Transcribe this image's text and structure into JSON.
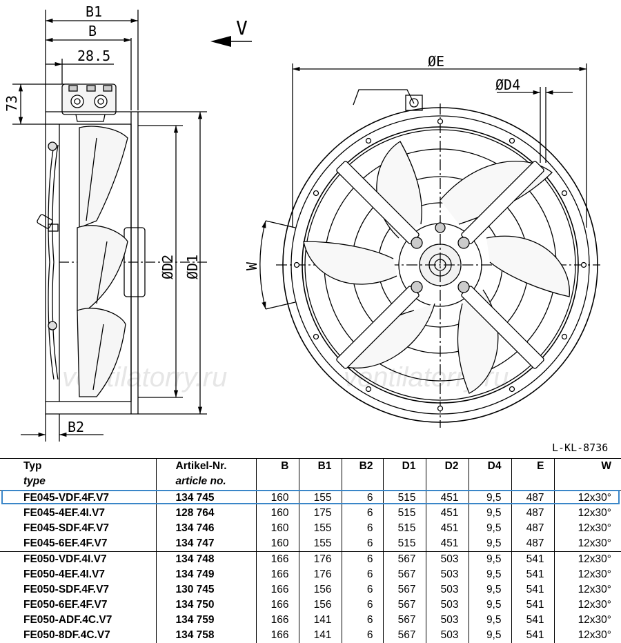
{
  "drawing": {
    "dims": {
      "b1": "B1",
      "b": "B",
      "offset": "28.5",
      "height_73": "73",
      "b2": "B2",
      "d2": "ØD2",
      "d1": "ØD1",
      "e": "ØE",
      "d4": "ØD4",
      "w": "W",
      "v": "V"
    },
    "drawing_no": "L-KL-8736",
    "watermark_left": "ventilatorry.ru",
    "watermark_right": "ventilatorry.ru"
  },
  "table": {
    "header": {
      "type": "Typ",
      "type_sub": "type",
      "article": "Artikel-Nr.",
      "article_sub": "article no.",
      "b": "B",
      "b1": "B1",
      "b2": "B2",
      "d1": "D1",
      "d2": "D2",
      "d4": "D4",
      "e": "E",
      "w": "W"
    },
    "rows": [
      {
        "type": "FE045-VDF.4F.V7",
        "article": "134 745",
        "b": "160",
        "b1": "155",
        "b2": "6",
        "d1": "515",
        "d2": "451",
        "d4": "9,5",
        "e": "487",
        "w": "12x30°"
      },
      {
        "type": "FE045-4EF.4I.V7",
        "article": "128 764",
        "b": "160",
        "b1": "175",
        "b2": "6",
        "d1": "515",
        "d2": "451",
        "d4": "9,5",
        "e": "487",
        "w": "12x30°"
      },
      {
        "type": "FE045-SDF.4F.V7",
        "article": "134 746",
        "b": "160",
        "b1": "155",
        "b2": "6",
        "d1": "515",
        "d2": "451",
        "d4": "9,5",
        "e": "487",
        "w": "12x30°"
      },
      {
        "type": "FE045-6EF.4F.V7",
        "article": "134 747",
        "b": "160",
        "b1": "155",
        "b2": "6",
        "d1": "515",
        "d2": "451",
        "d4": "9,5",
        "e": "487",
        "w": "12x30°"
      },
      {
        "type": "FE050-VDF.4I.V7",
        "article": "134 748",
        "b": "166",
        "b1": "176",
        "b2": "6",
        "d1": "567",
        "d2": "503",
        "d4": "9,5",
        "e": "541",
        "w": "12x30°"
      },
      {
        "type": "FE050-4EF.4I.V7",
        "article": "134 749",
        "b": "166",
        "b1": "176",
        "b2": "6",
        "d1": "567",
        "d2": "503",
        "d4": "9,5",
        "e": "541",
        "w": "12x30°"
      },
      {
        "type": "FE050-SDF.4F.V7",
        "article": "130 745",
        "b": "166",
        "b1": "156",
        "b2": "6",
        "d1": "567",
        "d2": "503",
        "d4": "9,5",
        "e": "541",
        "w": "12x30°"
      },
      {
        "type": "FE050-6EF.4F.V7",
        "article": "134 750",
        "b": "166",
        "b1": "156",
        "b2": "6",
        "d1": "567",
        "d2": "503",
        "d4": "9,5",
        "e": "541",
        "w": "12x30°"
      },
      {
        "type": "FE050-ADF.4C.V7",
        "article": "134 759",
        "b": "166",
        "b1": "141",
        "b2": "6",
        "d1": "567",
        "d2": "503",
        "d4": "9,5",
        "e": "541",
        "w": "12x30°"
      },
      {
        "type": "FE050-8DF.4C.V7",
        "article": "134 758",
        "b": "166",
        "b1": "141",
        "b2": "6",
        "d1": "567",
        "d2": "503",
        "d4": "9,5",
        "e": "541",
        "w": "12x30°"
      }
    ]
  }
}
